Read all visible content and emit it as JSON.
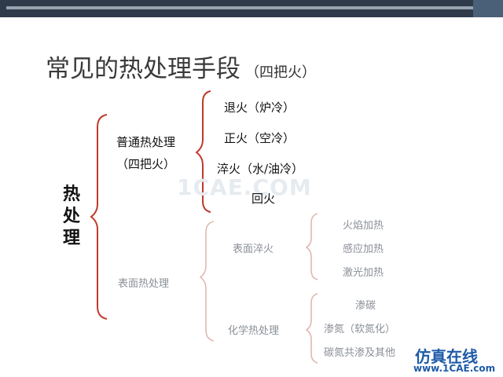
{
  "title": {
    "main": "常见的热处理手段",
    "sub": "（四把火）"
  },
  "root": {
    "c1": "热",
    "c2": "处",
    "c3": "理"
  },
  "branch_common": {
    "label_line1": "普通热处理",
    "label_line2": "（四把火）"
  },
  "common_items": [
    "退火（炉冷）",
    "正火（空冷）",
    "淬火（水/油冷）",
    "回火"
  ],
  "branch_surface": {
    "label": "表面热处理"
  },
  "surface_quench": {
    "label": "表面淬火",
    "items": [
      "火焰加热",
      "感应加热",
      "激光加热"
    ]
  },
  "chem_treat": {
    "label": "化学热处理",
    "items": [
      "渗碳",
      "渗氮（软氮化）",
      "碳氮共渗及其他"
    ]
  },
  "watermark": "1CAE.COM",
  "badge": {
    "line1": "仿真在线",
    "line2": "www.1CAE.com"
  },
  "colors": {
    "bracket_dark": "#c0392b",
    "bracket_faded": "#e0b8b2",
    "topbar": "#2f3a4a",
    "faded_text": "#8a8f96"
  }
}
